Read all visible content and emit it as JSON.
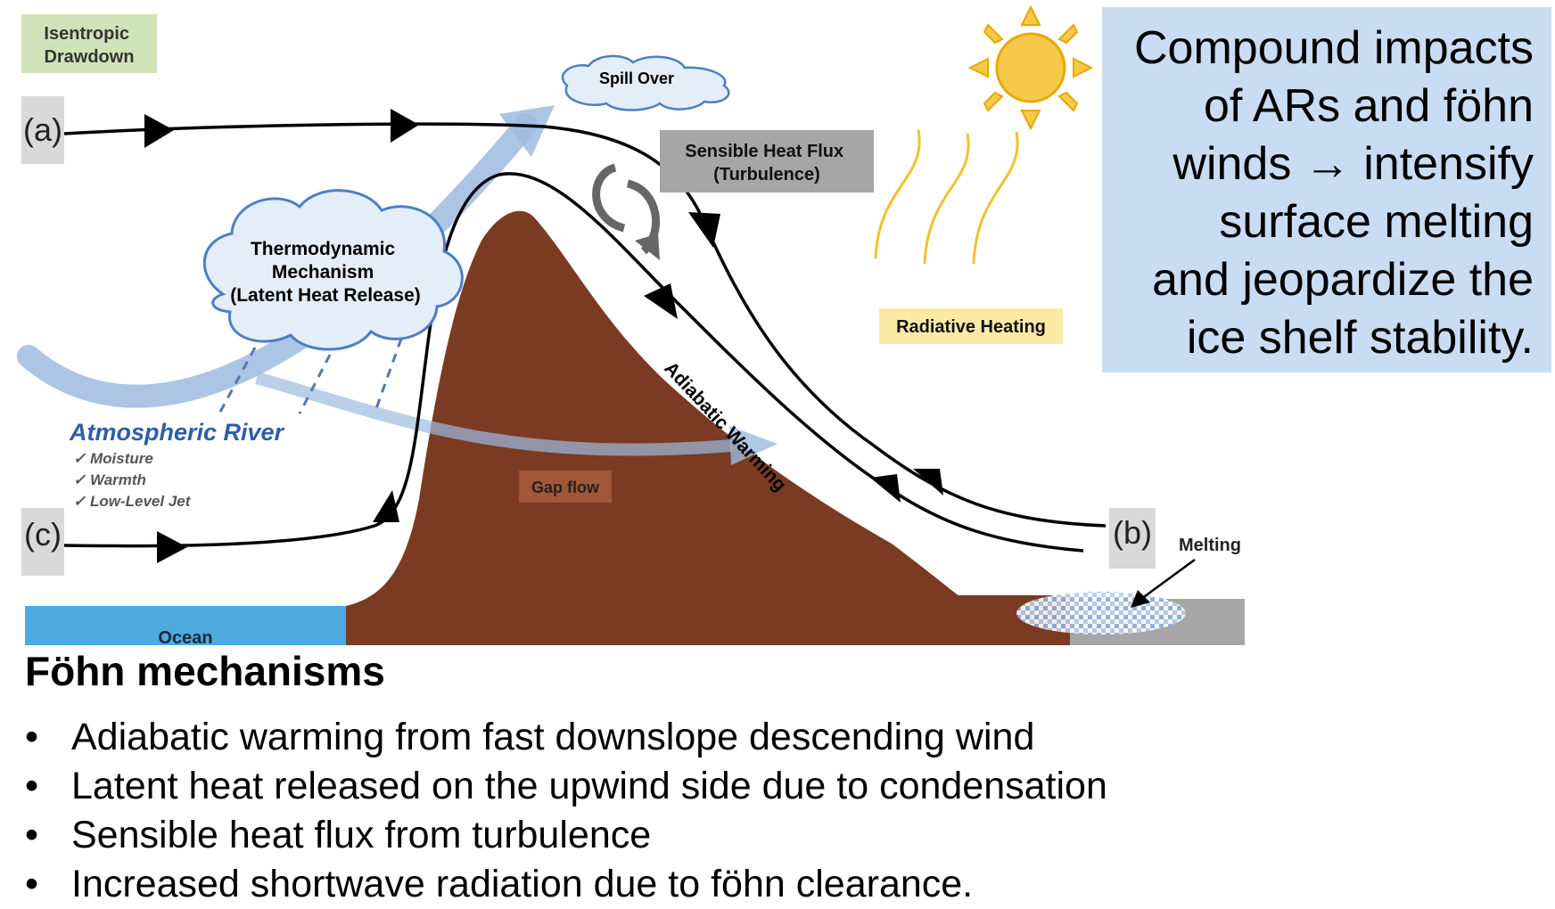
{
  "diagram": {
    "labels": {
      "isentropic": [
        "Isentropic",
        "Drawdown"
      ],
      "a": "(a)",
      "b": "(b)",
      "c": "(c)",
      "spill_over": "Spill Over",
      "sensible": [
        "Sensible Heat Flux",
        "(Turbulence)"
      ],
      "thermo": [
        "Thermodynamic",
        "Mechanism",
        "(Latent Heat Release)"
      ],
      "atmospheric_river": "Atmospheric River",
      "ar_items": [
        "✓ Moisture",
        "✓ Warmth",
        "✓ Low-Level Jet"
      ],
      "gap_flow": "Gap flow",
      "adiabatic": "Adiabatic Warming",
      "radiative": "Radiative Heating",
      "melting": "Melting",
      "ocean": "Ocean"
    },
    "colors": {
      "mountain": "#7a3b22",
      "ocean": "#4ea9df",
      "ice": "#a6a6a6",
      "ar_arrow": "#9dbbe0",
      "sun": "#f6c94a",
      "heat_box": "#a6a6a6",
      "radiative_box": "#fbe9a6",
      "isentropic_box": "#cfe3b8",
      "callout": "#c9dcf2"
    },
    "icons": [
      "sun-icon",
      "heat-wave-icon",
      "turbulence-icon",
      "cloud-icon",
      "rain-icon"
    ]
  },
  "callout": {
    "lines": [
      "Compound impacts",
      "of ARs and föhn",
      "winds → intensify",
      "surface melting",
      "and jeopardize the",
      "ice shelf stability."
    ]
  },
  "mechanisms": {
    "heading": "Föhn mechanisms",
    "items": [
      "Adiabatic warming from fast downslope descending wind",
      "Latent heat released on the upwind side due to condensation",
      "Sensible heat flux from turbulence",
      "Increased shortwave radiation due to föhn clearance."
    ]
  }
}
